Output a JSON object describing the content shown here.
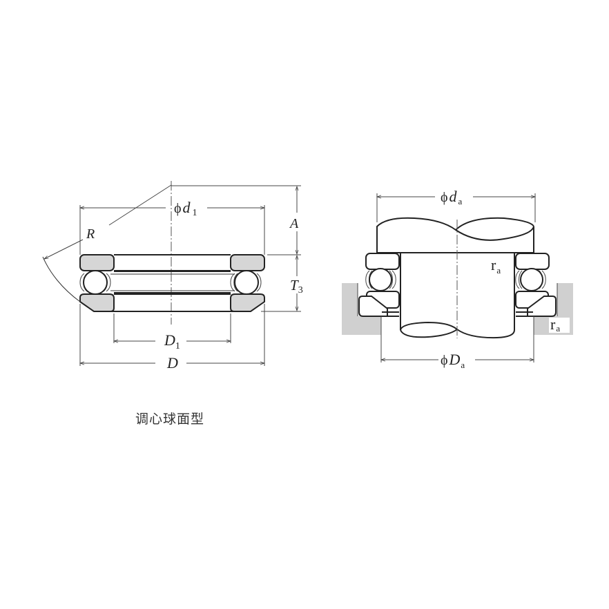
{
  "diagram": {
    "type": "engineering-drawing",
    "subject": "thrust ball bearing with aligning seat washer",
    "colors": {
      "line": "#222222",
      "ring_fill": "#d6d6d6",
      "housing_fill": "#d0d0d0",
      "background": "#ffffff"
    },
    "left_view": {
      "labels": {
        "d1_phi": "ϕ",
        "d1_main": "d",
        "d1_sub": "1",
        "R": "R",
        "A": "A",
        "T3_main": "T",
        "T3_sub": "3",
        "D1_main": "D",
        "D1_sub": "1",
        "D": "D"
      }
    },
    "right_view": {
      "labels": {
        "da_phi": "ϕ",
        "da_main": "d",
        "da_sub": "a",
        "ra_inner_main": "r",
        "ra_inner_sub": "a",
        "ra_outer_main": "r",
        "ra_outer_sub": "a",
        "Da_phi": "ϕ",
        "Da_main": "D",
        "Da_sub": "a"
      }
    },
    "caption": "调心球面型"
  }
}
